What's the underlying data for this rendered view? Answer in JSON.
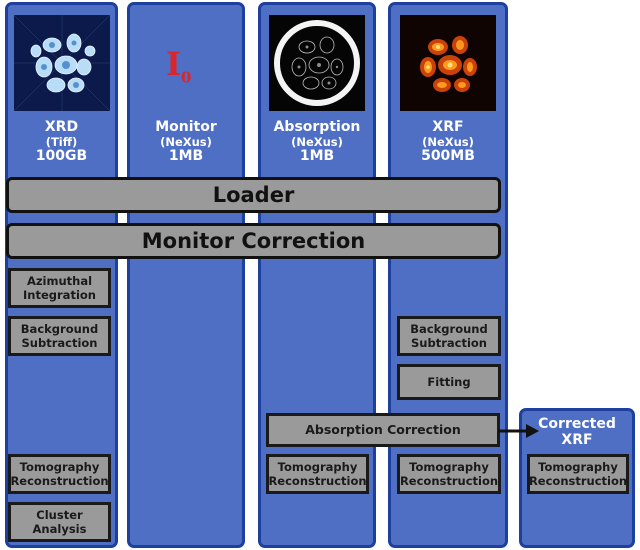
{
  "columns": {
    "xrd": {
      "name": "XRD",
      "format": "(Tiff)",
      "size": "100GB",
      "thumbnail": "xrd-diffraction-image"
    },
    "monitor": {
      "name": "Monitor",
      "format": "(NeXus)",
      "size": "1MB",
      "symbol_main": "I",
      "symbol_sub": "0",
      "symbol_color": "#d9262c"
    },
    "absorption": {
      "name": "Absorption",
      "format": "(NeXus)",
      "size": "1MB",
      "thumbnail": "absorption-tomogram-image"
    },
    "xrf": {
      "name": "XRF",
      "format": "(NeXus)",
      "size": "500MB",
      "thumbnail": "xrf-map-image"
    },
    "corrected_xrf": {
      "title_line1": "Corrected",
      "title_line2": "XRF"
    }
  },
  "pipeline": {
    "loader": "Loader",
    "monitor_correction": "Monitor Correction",
    "xrd_steps": {
      "azimuthal": [
        "Azimuthal",
        "Integration"
      ],
      "background": [
        "Background",
        "Subtraction"
      ],
      "tomography": [
        "Tomography",
        "Reconstruction"
      ],
      "cluster": [
        "Cluster",
        "Analysis"
      ]
    },
    "absorption_steps": {
      "absorption_correction": "Absorption Correction",
      "tomography": [
        "Tomography",
        "Reconstruction"
      ]
    },
    "xrf_steps": {
      "background": [
        "Background",
        "Subtraction"
      ],
      "fitting": "Fitting",
      "tomography": [
        "Tomography",
        "Reconstruction"
      ]
    },
    "corrected_steps": {
      "tomography": [
        "Tomography",
        "Reconstruction"
      ]
    }
  },
  "colors": {
    "column_fill": "#4f6fc4",
    "column_border": "#1d3f9e",
    "box_fill": "#9a9a9a",
    "box_border": "#111111"
  }
}
